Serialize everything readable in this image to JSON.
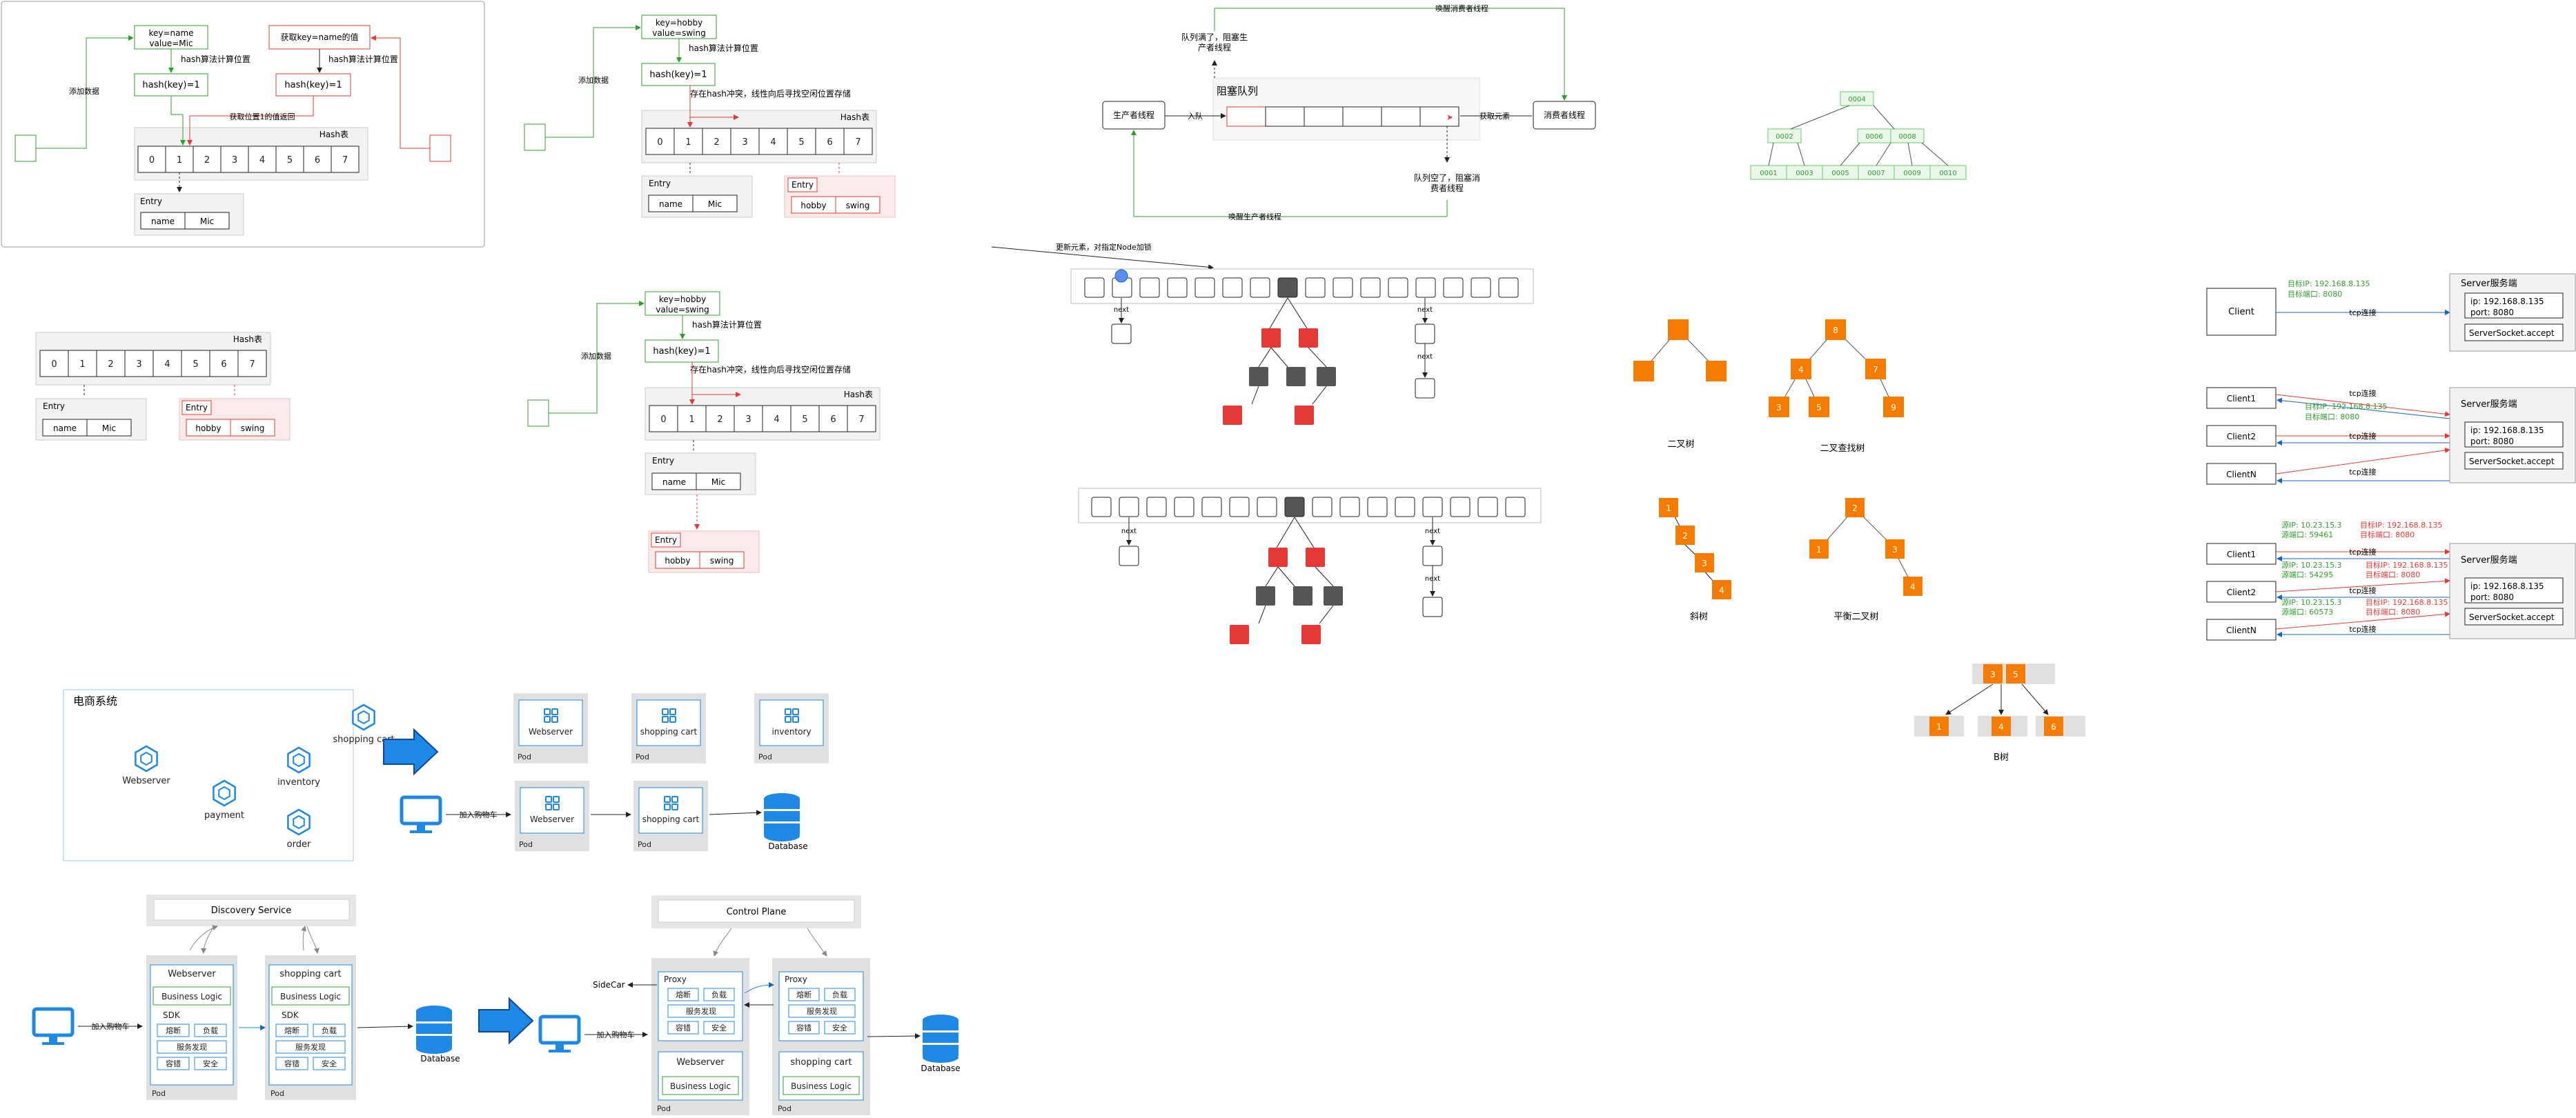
{
  "hash": {
    "table_label": "Hash表",
    "cells": [
      "0",
      "1",
      "2",
      "3",
      "4",
      "5",
      "6",
      "7"
    ],
    "entry_label": "Entry",
    "kv1": "key=name\nvalue=Mic",
    "kv2": "key=hobby\nvalue=swing",
    "get_label": "获取key=name的值",
    "hashkey": "hash(key)=1",
    "calc_pos": "hash算法计算位置",
    "add_data": "添加数据",
    "get_pos_val": "获取位置1的值返回",
    "conflict_linear": "存在hash冲突，线性向后寻找空闲位置存储",
    "name": "name",
    "mic": "Mic",
    "hobby": "hobby",
    "swing": "swing"
  },
  "queue": {
    "title": "阻塞队列",
    "producer": "生产者线程",
    "consumer": "消费者线程",
    "enqueue": "入队",
    "take": "获取元素",
    "full": "队列满了，阻塞生\n产者线程",
    "empty": "队列空了，阻塞消\n费者线程",
    "wake_consumer": "唤醒消费者线程",
    "wake_producer": "唤醒生产者线程"
  },
  "hashmap": {
    "update": "更新元素，对指定Node加锁",
    "next": "next"
  },
  "btree": {
    "keys_root": "0004",
    "keys_l": "0002",
    "keys_r1": "0006",
    "keys_r2": "0008",
    "leaves": [
      "0001",
      "0003",
      "0005",
      "0007",
      "0009",
      "0010"
    ]
  },
  "trees": {
    "binary": "二叉树",
    "bst": "二叉查找树",
    "skew": "斜树",
    "balanced": "平衡二叉树",
    "b": "B树",
    "bst_nodes": [
      "8",
      "4",
      "7",
      "3",
      "5",
      "9"
    ],
    "skew_nodes": [
      "1",
      "2",
      "3",
      "4"
    ],
    "bal_nodes": [
      "2",
      "1",
      "3",
      "4"
    ],
    "b_nodes": [
      "3",
      "5",
      "1",
      "4",
      "6"
    ]
  },
  "net": {
    "client": "Client",
    "client1": "Client1",
    "client2": "Client2",
    "clientn": "ClientN",
    "server": "Server服务端",
    "ip": "ip: 192.168.8.135",
    "port": "port: 8080",
    "ssa": "ServerSocket.accept",
    "tcp": "tcp连接",
    "tip": "目标IP: 192.168.8.135",
    "tport": "目标端口: 8080",
    "s1ip": "源IP: 10.23.15.3",
    "s1port": "源端口: 59461",
    "s2ip": "源IP: 10.23.15.3",
    "s2port": "源端口: 54295",
    "s3ip": "源IP: 10.23.15.3",
    "s3port": "源端口: 60573"
  },
  "ms": {
    "system": "电商系统",
    "shopping": "shopping cart",
    "webserver": "Webserver",
    "inventory": "inventory",
    "payment": "payment",
    "order": "order",
    "pod": "Pod",
    "addcart": "加入购物车",
    "database": "Database",
    "discovery": "Discovery Service",
    "control": "Control Plane",
    "biz": "Business Logic",
    "sdk": "SDK",
    "proxy": "Proxy",
    "sidecar": "SideCar",
    "f1": "熔断",
    "f2": "负载",
    "f3": "服务发现",
    "f4": "容错",
    "f5": "安全"
  }
}
